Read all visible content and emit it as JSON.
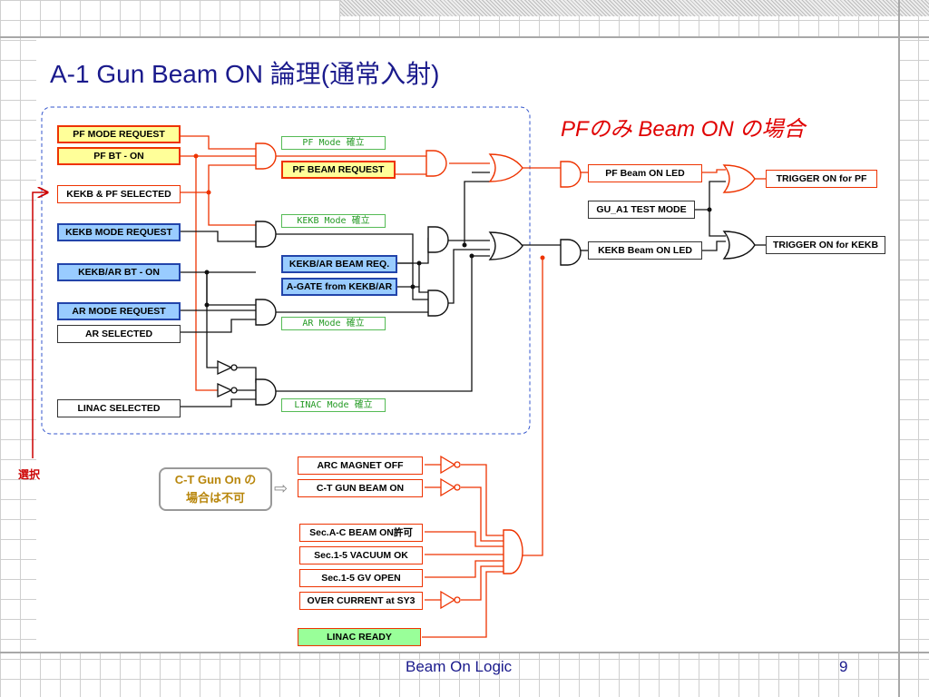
{
  "slide": {
    "title": "A-1 Gun Beam ON 論理(通常入射)",
    "subtitle": "PFのみ Beam ON の場合",
    "footer": "Beam On Logic",
    "page_number": "9",
    "select_label": "選択"
  },
  "inputs": {
    "pf_mode_request": "PF MODE REQUEST",
    "pf_bt_on": "PF BT - ON",
    "kekb_pf_selected": "KEKB & PF SELECTED",
    "kekb_mode_request": "KEKB MODE REQUEST",
    "kekb_ar_bt_on": "KEKB/AR BT - ON",
    "ar_mode_request": "AR MODE REQUEST",
    "ar_selected": "AR SELECTED",
    "linac_selected": "LINAC SELECTED",
    "pf_beam_request": "PF BEAM REQUEST",
    "kekb_ar_beam_req": "KEKB/AR BEAM REQ.",
    "a_gate": "A-GATE from KEKB/AR"
  },
  "modes": {
    "pf": "PF Mode 確立",
    "kekb": "KEKB Mode 確立",
    "ar": "AR Mode 確立",
    "linac": "LINAC Mode 確立"
  },
  "outputs": {
    "pf_beam_on_led": "PF Beam ON LED",
    "gu_a1_test_mode": "GU_A1 TEST MODE",
    "kekb_beam_on_led": "KEKB Beam ON LED",
    "trigger_pf": "TRIGGER ON for PF",
    "trigger_kekb": "TRIGGER ON for KEKB"
  },
  "interlocks": {
    "arc_magnet_off": "ARC MAGNET OFF",
    "ct_gun_beam_on": "C-T GUN BEAM ON",
    "sec_ac_beam_on": "Sec.A-C BEAM ON許可",
    "sec_vacuum": "Sec.1-5 VACUUM OK",
    "sec_gv": "Sec.1-5 GV OPEN",
    "over_current": "OVER CURRENT at SY3",
    "linac_ready": "LINAC READY"
  },
  "ct_note": {
    "line1": "C-T Gun On の",
    "line2": "場合は不可",
    "arrow": "⇨"
  },
  "colors": {
    "title": "#1a1a8c",
    "subtitle": "#e00000",
    "active_wire": "#ee3300",
    "inactive_wire": "#111111",
    "mode_green": "#229922",
    "yellow_fill": "#ffff99",
    "blue_fill": "#99ccff",
    "green_fill": "#99ff99"
  }
}
